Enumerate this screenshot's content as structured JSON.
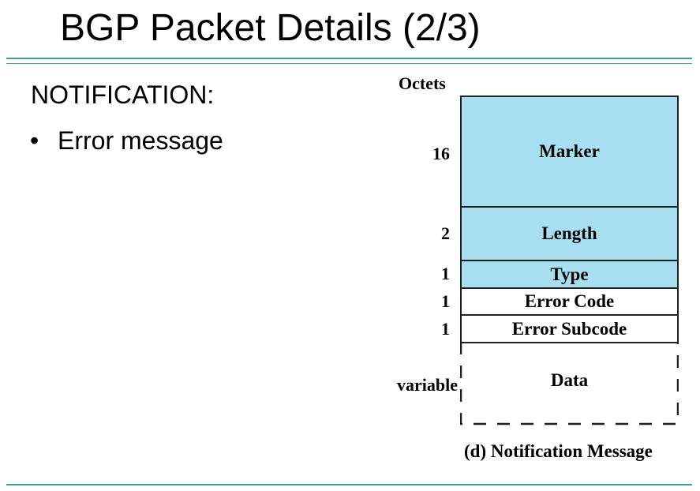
{
  "slide": {
    "title": "BGP Packet Details (2/3)",
    "heading": "NOTIFICATION:",
    "bullet_glyph": "•",
    "bullet": "Error message"
  },
  "diagram": {
    "octets_header": "Octets",
    "fields": [
      {
        "octets": "16",
        "label": "Marker",
        "fill": "#a8dff0"
      },
      {
        "octets": "2",
        "label": "Length",
        "fill": "#a8dff0"
      },
      {
        "octets": "1",
        "label": "Type",
        "fill": "#a8dff0"
      },
      {
        "octets": "1",
        "label": "Error Code",
        "fill": "#ffffff"
      },
      {
        "octets": "1",
        "label": "Error Subcode",
        "fill": "#ffffff"
      },
      {
        "octets": "variable",
        "label": "Data",
        "fill": "none",
        "border": "dashed"
      }
    ],
    "caption": "(d) Notification Message"
  },
  "colors": {
    "rule": "#3a9fa0",
    "field_fill": "#a8dff0"
  }
}
